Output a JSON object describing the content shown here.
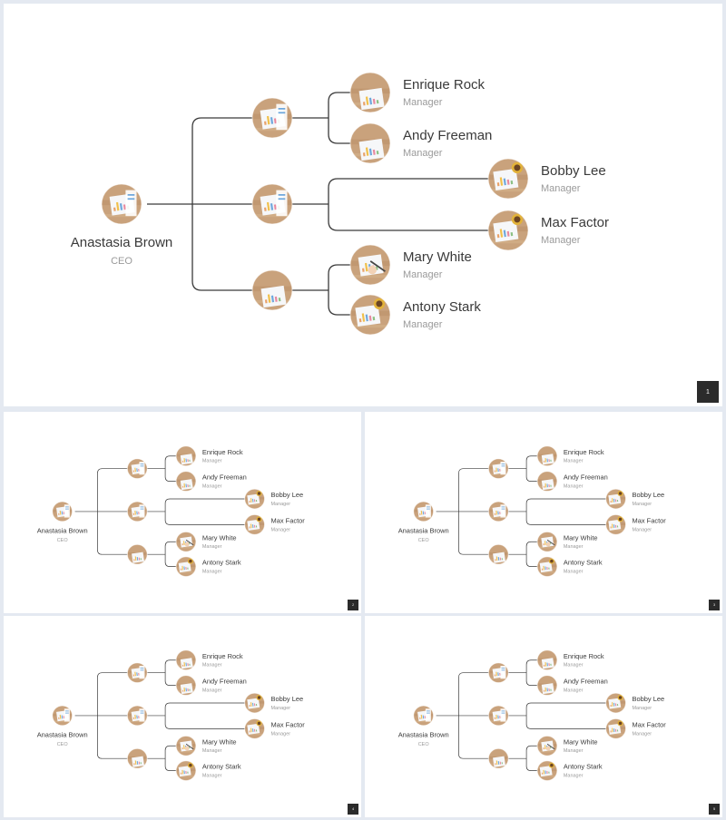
{
  "colors": {
    "background": "#e4e9f1",
    "slide": "#ffffff",
    "connector": "#3a3a3a",
    "name": "#3a3a3a",
    "role": "#9a9a9a",
    "page_badge": "#2b2b2b"
  },
  "org_chart": {
    "root": {
      "name": "Anastasia Brown",
      "role": "CEO",
      "photo_icon": "report-desk-photo-icon"
    },
    "groups": [
      {
        "photo_icon": "report-desk-photo-icon",
        "members": [
          {
            "name": "Enrique Rock",
            "role": "Manager",
            "photo_icon": "wood-desk-photo-icon"
          },
          {
            "name": "Andy Freeman",
            "role": "Manager",
            "photo_icon": "wood-desk-photo-icon"
          }
        ]
      },
      {
        "photo_icon": "report-desk-photo-icon",
        "members": [
          {
            "name": "Bobby Lee",
            "role": "Manager",
            "photo_icon": "coffee-desk-photo-icon"
          },
          {
            "name": "Max Factor",
            "role": "Manager",
            "photo_icon": "coffee-desk-photo-icon"
          }
        ]
      },
      {
        "photo_icon": "wood-desk-photo-icon",
        "members": [
          {
            "name": "Mary White",
            "role": "Manager",
            "photo_icon": "pen-report-photo-icon"
          },
          {
            "name": "Antony Stark",
            "role": "Manager",
            "photo_icon": "coffee-desk-photo-icon"
          }
        ]
      }
    ]
  },
  "slides": [
    {
      "page_number": "1"
    },
    {
      "page_number": "2"
    },
    {
      "page_number": "3"
    },
    {
      "page_number": "4"
    },
    {
      "page_number": "5"
    }
  ]
}
